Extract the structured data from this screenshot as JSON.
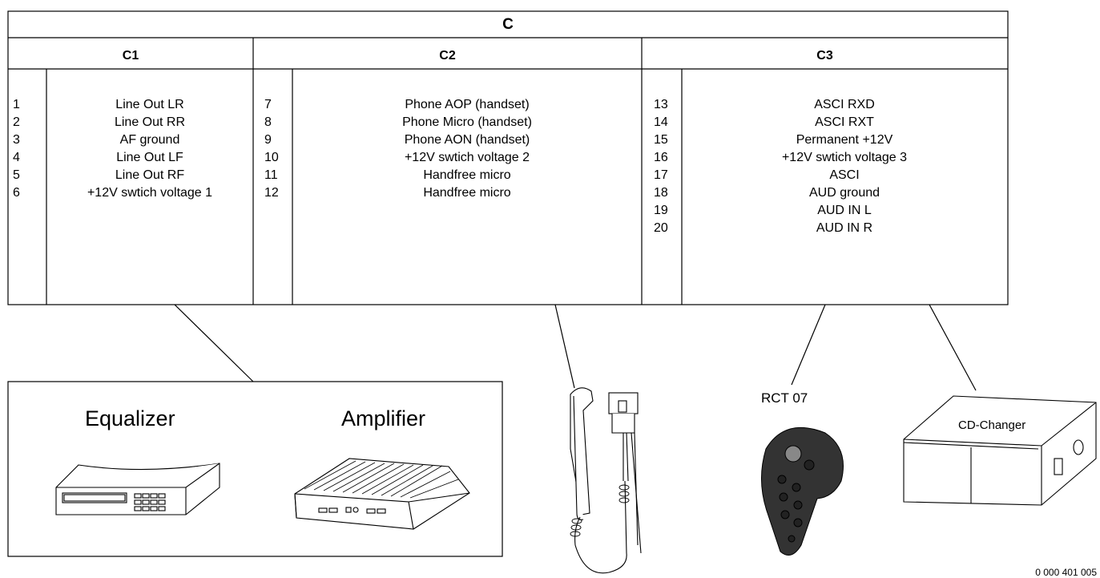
{
  "connector": {
    "name": "C",
    "groups": [
      {
        "name": "C1",
        "pins": [
          {
            "num": "1",
            "label": "Line Out LR"
          },
          {
            "num": "2",
            "label": "Line Out RR"
          },
          {
            "num": "3",
            "label": "AF ground"
          },
          {
            "num": "4",
            "label": "Line Out LF"
          },
          {
            "num": "5",
            "label": "Line Out RF"
          },
          {
            "num": "6",
            "label": "+12V swtich voltage 1"
          }
        ]
      },
      {
        "name": "C2",
        "pins": [
          {
            "num": "7",
            "label": "Phone AOP (handset)"
          },
          {
            "num": "8",
            "label": "Phone Micro (handset)"
          },
          {
            "num": "9",
            "label": "Phone AON (handset)"
          },
          {
            "num": "10",
            "label": "+12V swtich voltage 2"
          },
          {
            "num": "11",
            "label": "Handfree micro"
          },
          {
            "num": "12",
            "label": "Handfree micro"
          }
        ]
      },
      {
        "name": "C3",
        "pins": [
          {
            "num": "13",
            "label": "ASCI RXD"
          },
          {
            "num": "14",
            "label": "ASCI RXT"
          },
          {
            "num": "15",
            "label": "Permanent +12V"
          },
          {
            "num": "16",
            "label": "+12V swtich voltage 3"
          },
          {
            "num": "17",
            "label": "ASCI"
          },
          {
            "num": "18",
            "label": "AUD ground"
          },
          {
            "num": "19",
            "label": "AUD IN L"
          },
          {
            "num": "20",
            "label": "AUD IN R"
          }
        ]
      }
    ]
  },
  "devices": {
    "equalizer": "Equalizer",
    "amplifier": "Amplifier",
    "rct": "RCT 07",
    "cd_changer": "CD-Changer"
  },
  "footer_code": "0 000 401 005"
}
